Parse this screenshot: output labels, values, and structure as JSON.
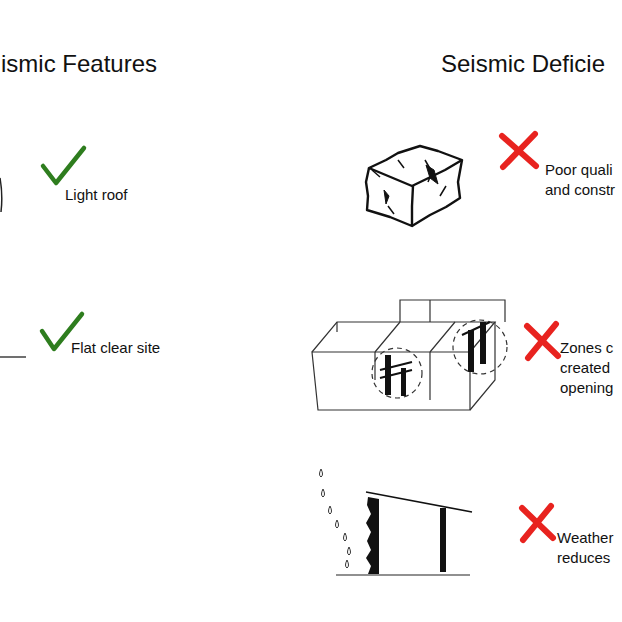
{
  "diagram": {
    "labels": [
      "ismic Features",
      "Seismic Deficie",
      "Light roof",
      "Flat clear site",
      "Poor quali and constr",
      "Zones c created opening",
      "Weather reduces"
    ]
  }
}
